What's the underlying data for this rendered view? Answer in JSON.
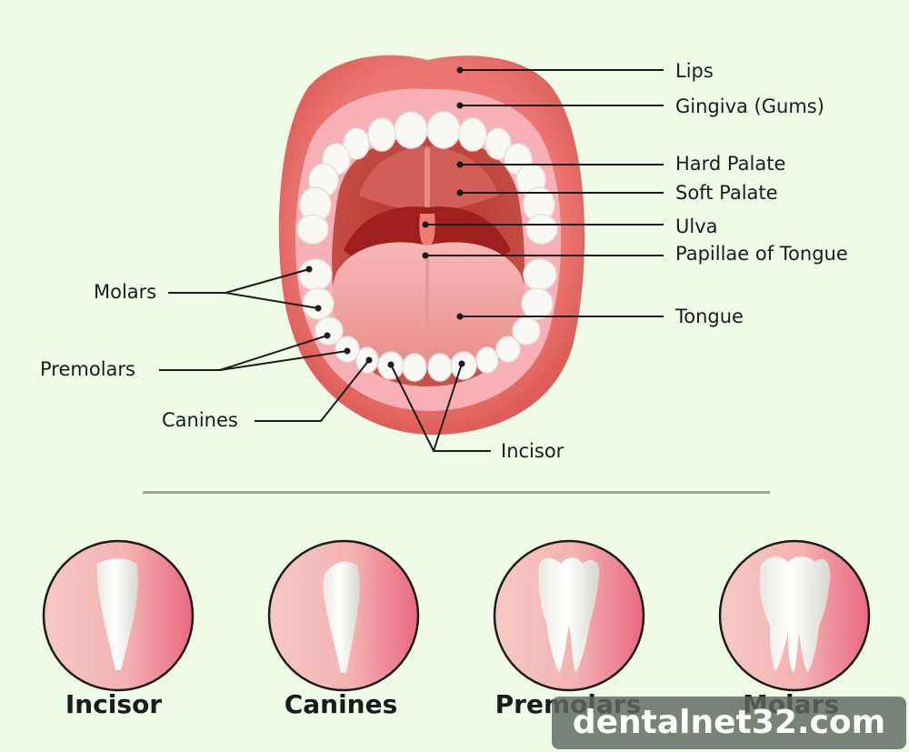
{
  "colors": {
    "background": "#edfbe7",
    "lip": "#e66a66",
    "lip_dark": "#c94b49",
    "gum": "#f6a7ae",
    "palate": "#c44a43",
    "throat": "#a3201d",
    "tongue": "#f2a6a4",
    "tooth": "#f8f8f5",
    "leader_line": "#1b1b1b"
  },
  "labels": {
    "lips": "Lips",
    "gingiva": "Gingiva (Gums)",
    "hard_palate": "Hard Palate",
    "soft_palate": "Soft Palate",
    "ulva": "Ulva",
    "papillae": "Papillae of Tongue",
    "tongue": "Tongue",
    "molars": "Molars",
    "premolars": "Premolars",
    "canines": "Canines",
    "incisor": "Incisor"
  },
  "tooth_types": [
    {
      "name": "Incisor",
      "icon": "incisor-tooth-icon"
    },
    {
      "name": "Canines",
      "icon": "canine-tooth-icon"
    },
    {
      "name": "Premolars",
      "icon": "premolar-tooth-icon"
    },
    {
      "name": "Molars",
      "icon": "molar-tooth-icon"
    }
  ],
  "watermark": "dentalnet32.com"
}
